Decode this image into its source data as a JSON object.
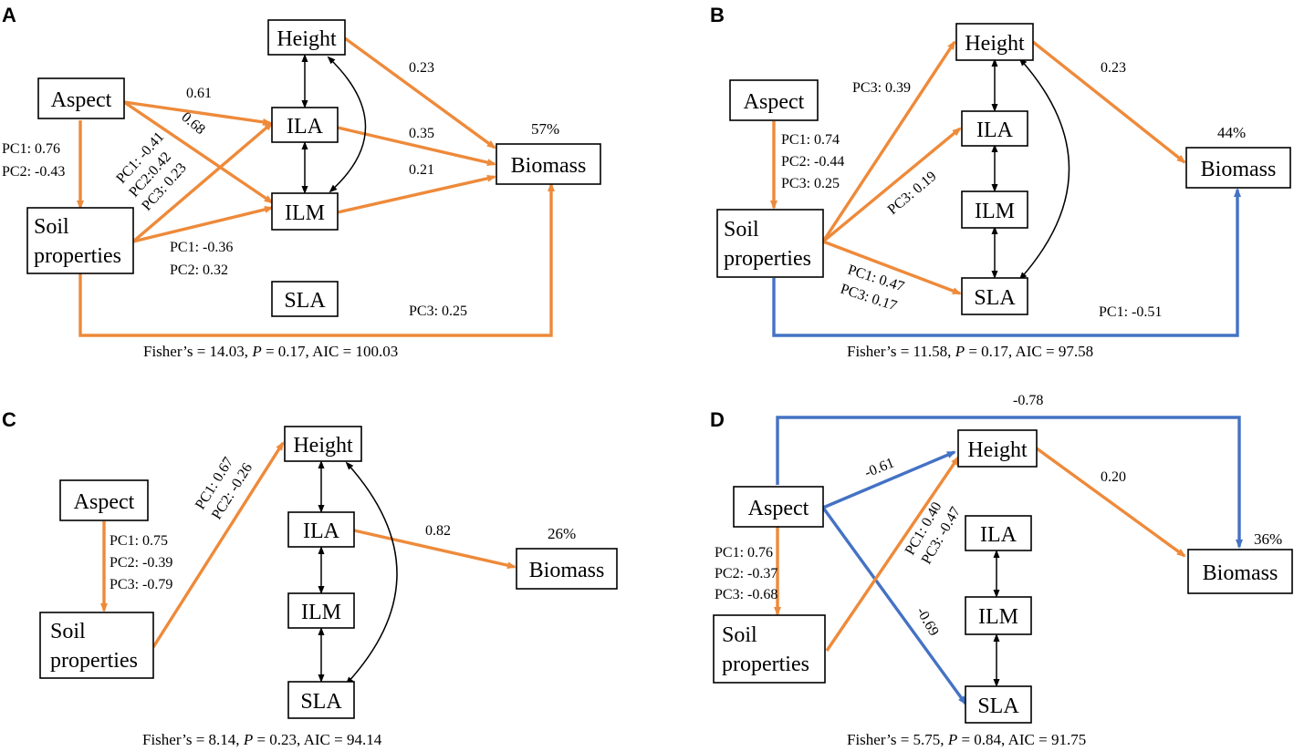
{
  "colors": {
    "positive": "#ee8a3a",
    "negative": "#4472c4",
    "neutral": "#000000"
  },
  "panels": {
    "A": {
      "label": "A",
      "nodes": {
        "height": "Height",
        "aspect": "Aspect",
        "ila": "ILA",
        "ilm": "ILM",
        "biomass": "Biomass",
        "soil1": "Soil",
        "soil2": "properties",
        "sla": "SLA"
      },
      "r2": "57%",
      "coef": {
        "aspect_ila": "0.61",
        "aspect_ilm": "0.68",
        "aspect_soil": [
          "PC1:  0.76",
          "PC2: -0.43"
        ],
        "soil_ila": [
          "PC1: -0.41",
          "PC2:0.42",
          "PC3: 0.23"
        ],
        "soil_ilm": [
          "PC1: -0.36",
          "PC2: 0.32"
        ],
        "height_biomass": "0.23",
        "ila_biomass": "0.35",
        "ilm_biomass": "0.21",
        "soil_biomass": "PC3:  0.25"
      },
      "fit": {
        "pre": "Fisher’s = 14.03, ",
        "p": "P",
        "post": " = 0.17, AIC = 100.03"
      }
    },
    "B": {
      "label": "B",
      "nodes": {
        "height": "Height",
        "aspect": "Aspect",
        "ila": "ILA",
        "ilm": "ILM",
        "biomass": "Biomass",
        "soil1": "Soil",
        "soil2": "properties",
        "sla": "SLA"
      },
      "r2": "44%",
      "coef": {
        "soil_height": "PC3:  0.39",
        "aspect_soil": [
          "PC1:  0.74",
          "PC2: -0.44",
          "PC3: 0.25"
        ],
        "soil_ila": "PC3: 0.19",
        "soil_sla": [
          "PC1: 0.47",
          "PC3: 0.17"
        ],
        "height_biomass": "0.23",
        "soil_biomass": "PC1:  -0.51"
      },
      "fit": {
        "pre": "Fisher’s = 11.58, ",
        "p": "P",
        "post": " = 0.17, AIC = 97.58"
      }
    },
    "C": {
      "label": "C",
      "nodes": {
        "height": "Height",
        "aspect": "Aspect",
        "ila": "ILA",
        "ilm": "ILM",
        "biomass": "Biomass",
        "soil1": "Soil",
        "soil2": "properties",
        "sla": "SLA"
      },
      "r2": "26%",
      "coef": {
        "aspect_soil": [
          "PC1:  0.75",
          "PC2: -0.39",
          "PC3: -0.79"
        ],
        "soil_height": [
          "PC1: 0.67",
          "PC2: -0.26"
        ],
        "ila_biomass": "0.82"
      },
      "fit": {
        "pre": "Fisher’s = 8.14, ",
        "p": "P",
        "post": " = 0.23, AIC = 94.14"
      }
    },
    "D": {
      "label": "D",
      "nodes": {
        "height": "Height",
        "aspect": "Aspect",
        "ila": "ILA",
        "ilm": "ILM",
        "biomass": "Biomass",
        "soil1": "Soil",
        "soil2": "properties",
        "sla": "SLA"
      },
      "r2": "36%",
      "coef": {
        "aspect_biomass": "-0.78",
        "aspect_height": "-0.61",
        "aspect_sla": "-0.69",
        "aspect_soil": [
          "PC1:  0.76",
          "PC2: -0.37",
          "PC3: -0.68"
        ],
        "soil_height": [
          "PC1: 0.40",
          "PC3: -0.47"
        ],
        "height_biomass": "0.20"
      },
      "fit": {
        "pre": "Fisher’s = 5.75, ",
        "p": "P",
        "post": " = 0.84, AIC = 91.75"
      }
    }
  }
}
